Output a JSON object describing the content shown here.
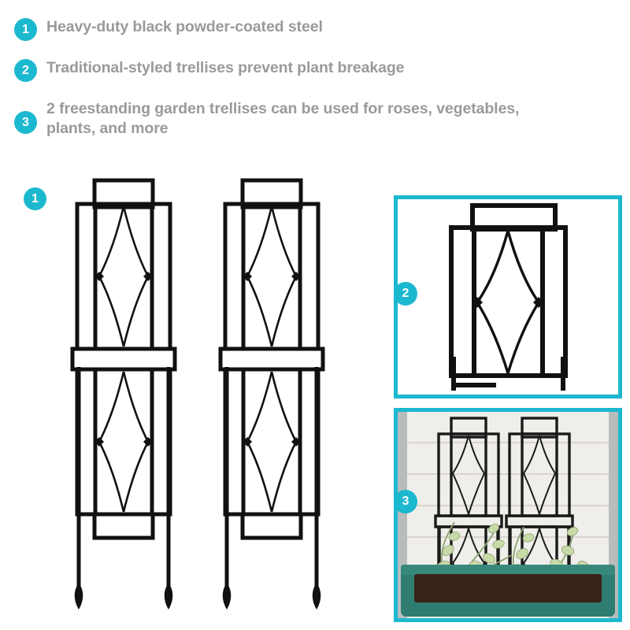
{
  "features": [
    {
      "number": "1",
      "text": "Heavy-duty black powder-coated steel"
    },
    {
      "number": "2",
      "text": "Traditional-styled trellises prevent plant breakage"
    },
    {
      "number": "3",
      "text": "2 freestanding garden trellises can be used for roses, vegetables, plants, and more"
    }
  ],
  "callouts": {
    "hero": "1",
    "panel_detail": "2",
    "panel_photo": "3"
  },
  "colors": {
    "accent": "#1cb8cf",
    "text": "#9a9a9a",
    "metal": "#111111",
    "planter": "#2f7d70",
    "soil": "#3a2317",
    "siding": "#f0eeea",
    "foliage": "#9bb383",
    "foliage_light": "#d7e2c4",
    "background": "#ffffff"
  },
  "scene": {
    "product": "garden trellis",
    "trellis_count_hero": 2,
    "trellis_count_photo": 2,
    "surface": "horizontal lap siding wall",
    "container": "rectangular green planter box with dark soil"
  }
}
